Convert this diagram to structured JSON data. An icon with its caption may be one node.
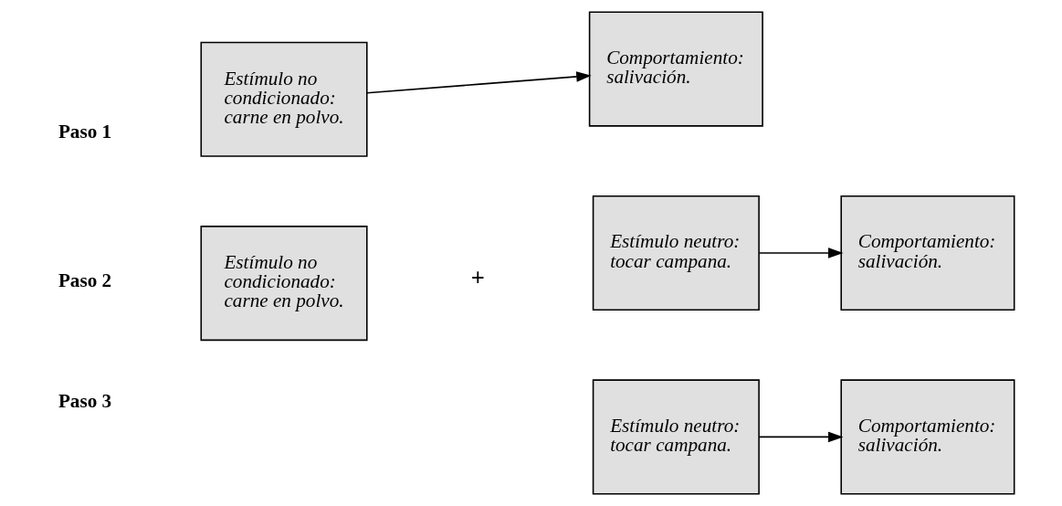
{
  "diagram": {
    "nodes": [
      {
        "text": [
          "Estímulo no condicionado: carne en polvo."
        ]
      },
      {
        "text": [
          "Comportamiento: salivación."
        ]
      },
      {
        "text": [
          "Estímulo no condicionado: carne en polvo."
        ]
      },
      {
        "text": [
          "Estímulo neutro: tocar campana."
        ]
      },
      {
        "text": [
          "Comportamiento: salivación."
        ]
      },
      {
        "text": [
          "Estímulo neutro: tocar campana."
        ]
      },
      {
        "text": [
          "Comportamiento: salivación."
        ]
      }
    ],
    "edges": [
      {
        "from": 0,
        "to": 1,
        "arrow": "to"
      },
      {
        "from": 3,
        "to": 4,
        "arrow": "to"
      },
      {
        "from": 5,
        "to": 6,
        "arrow": "to"
      }
    ],
    "labels": [
      "Paso 1",
      "Paso 2",
      "+",
      "Paso 3"
    ]
  }
}
